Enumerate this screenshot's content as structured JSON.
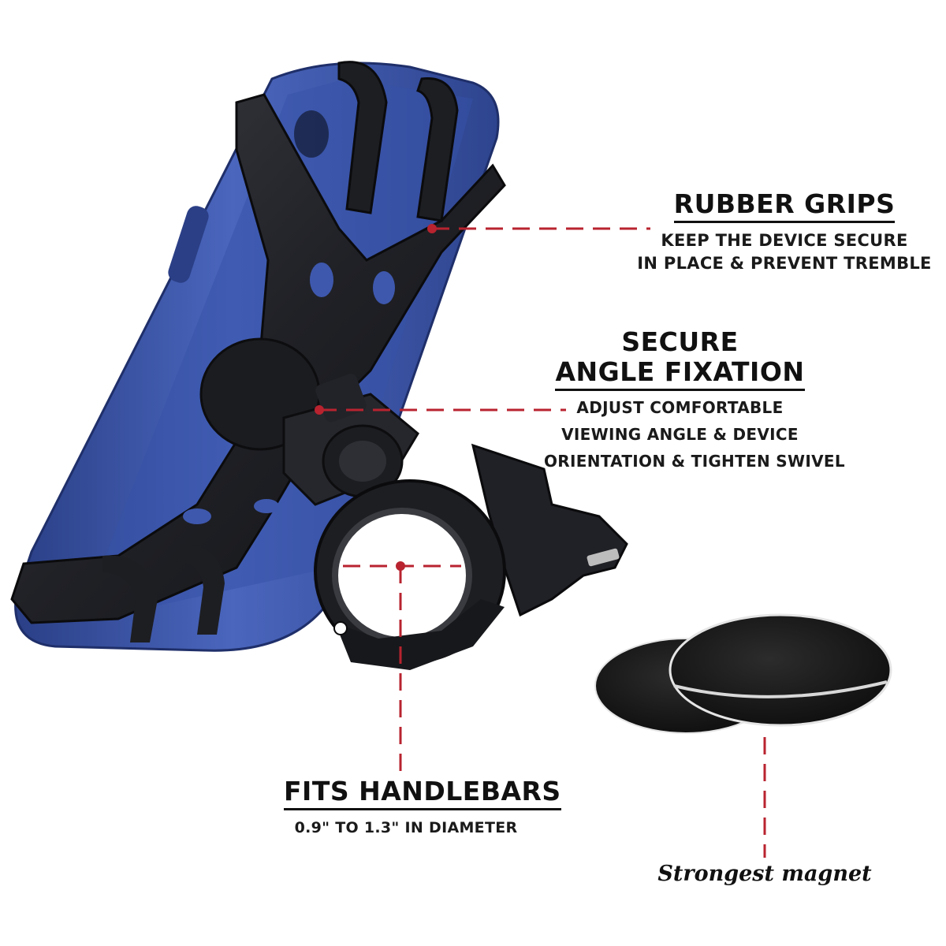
{
  "colors": {
    "leader_line": "#b8232f",
    "phone_case": "#3b55a6",
    "mount_rubber": "#1c1d21",
    "magnet_plate": "#151515"
  },
  "callouts": {
    "rubber_grips": {
      "title": "RUBBER GRIPS",
      "lines": [
        "KEEP THE DEVICE SECURE",
        "IN PLACE & PREVENT TREMBLE"
      ]
    },
    "angle_fixation": {
      "title_line1": "SECURE",
      "title_line2": "ANGLE FIXATION",
      "lines": [
        "ADJUST COMFORTABLE",
        "VIEWING ANGLE & DEVICE",
        "ORIENTATION & TIGHTEN SWIVEL"
      ]
    },
    "handlebars": {
      "title": "FITS HANDLEBARS",
      "line": "0.9\" TO 1.3\" IN DIAMETER"
    }
  },
  "magnet_caption": "Strongest magnet"
}
